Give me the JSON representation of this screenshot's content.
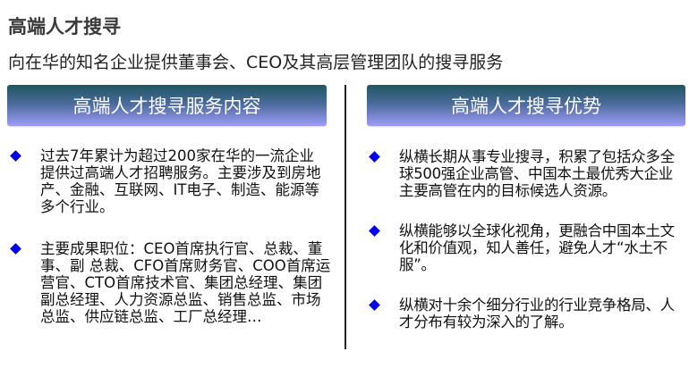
{
  "page": {
    "title": "高端人才搜寻",
    "subtitle": "向在华的知名企业提供董事会、CEO及其高层管理团队的搜寻服务"
  },
  "left_column": {
    "header": "高端人才搜寻服务内容",
    "bullets": [
      {
        "icon": "diamond-bullet-icon",
        "text": "过去7年累计为超过200家在华的一流企业 提供过高端人才招聘服务。主要涉及到房地产、金融、互联网、IT电子、制造、能源等多个行业。"
      },
      {
        "icon": "diamond-bullet-icon",
        "text": "主要成果职位：CEO首席执行官、总裁、董事、副 总裁、CFO首席财务官、COO首席运营官、CTO首席技术官、集团总经理、集团副总经理、人力资源总监、销售总监、市场总监、供应链总监、工厂总经理…"
      }
    ]
  },
  "right_column": {
    "header": "高端人才搜寻优势",
    "bullets": [
      {
        "icon": "diamond-bullet-icon",
        "text": "纵横长期从事专业搜寻，积累了包括众多全球500强企业高管、中国本土最优秀大企业主要高管在内的目标候选人资源。"
      },
      {
        "icon": "diamond-bullet-icon",
        "text": "纵横能够以全球化视角，更融合中国本土文化和价值观，知人善任，避免人才“水土不服”。"
      },
      {
        "icon": "diamond-bullet-icon",
        "text": "纵横对十余个细分行业的行业竞争格局、人才分布有较为深入的了解。"
      }
    ]
  },
  "colors": {
    "header_gradient_top": "#1f5660",
    "header_gradient_bottom": "#9d9cf8",
    "bullet": "#0000ee",
    "divider": "#222222"
  }
}
